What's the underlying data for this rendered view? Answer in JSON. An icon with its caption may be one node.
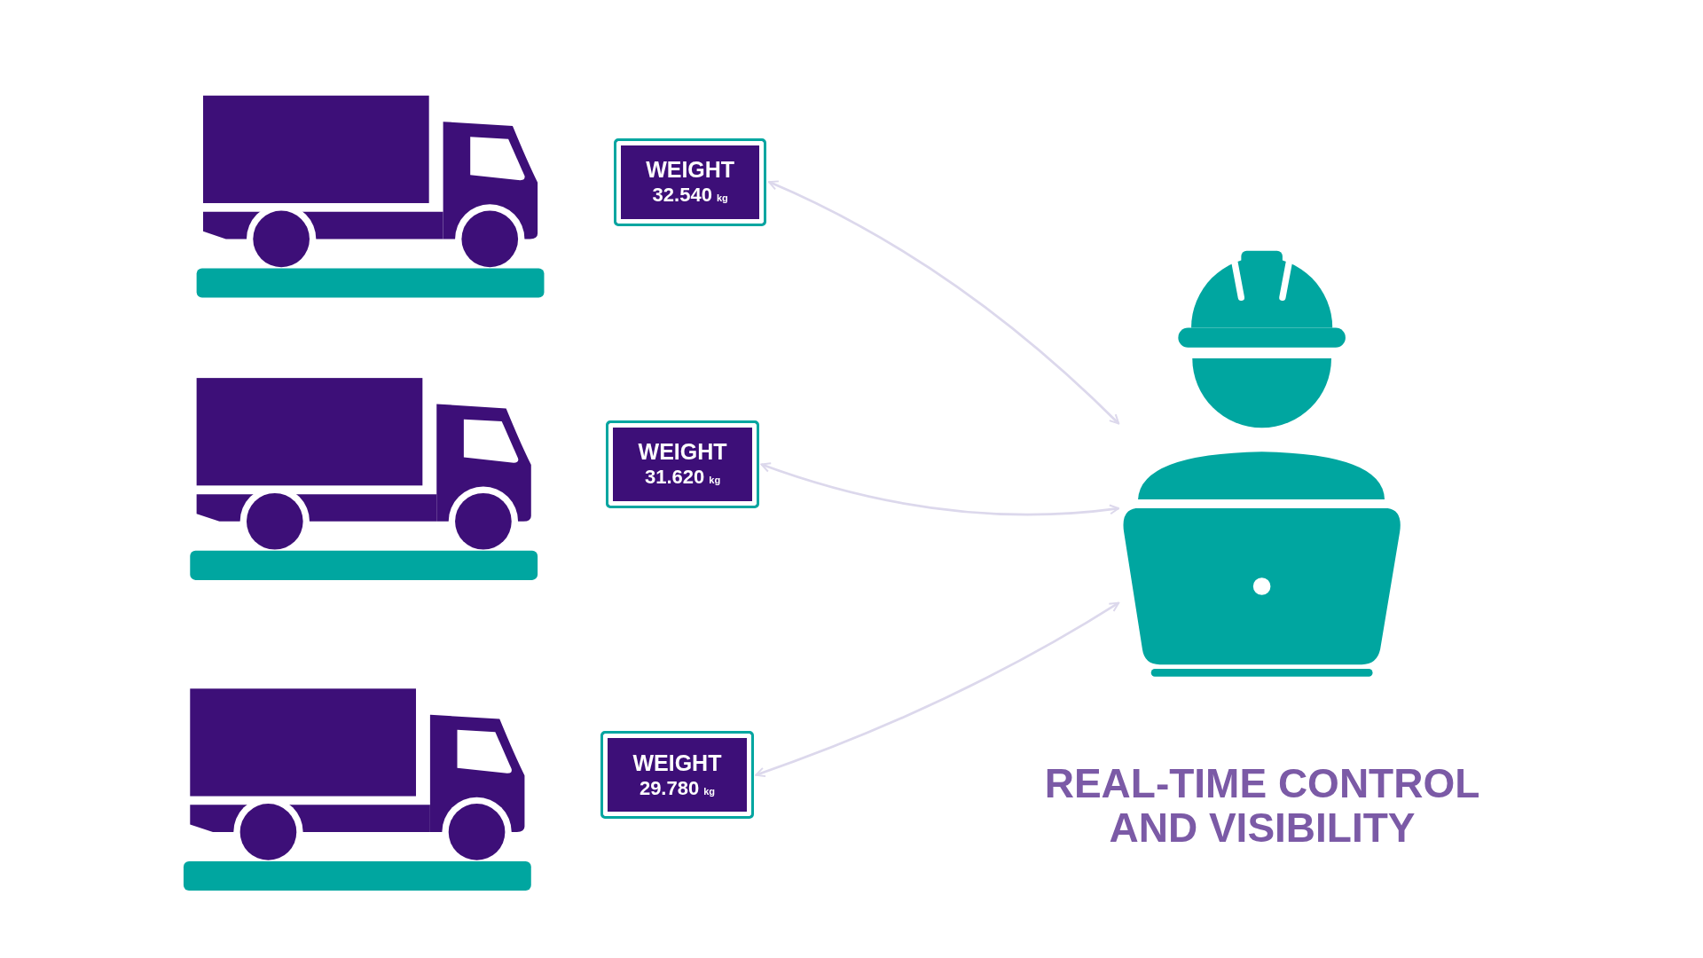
{
  "diagram": {
    "nodes": [
      {
        "text": [
          "WEIGHT",
          "32.540",
          "kg"
        ]
      },
      {
        "text": [
          "WEIGHT",
          "31.620",
          "kg"
        ]
      },
      {
        "text": [
          "WEIGHT",
          "29.780",
          "kg"
        ]
      },
      {
        "text": [],
        "shape": "picture"
      }
    ],
    "edges": [
      {
        "from": 0,
        "to": 3,
        "arrow": "both"
      },
      {
        "from": 1,
        "to": 3,
        "arrow": "both"
      },
      {
        "from": 2,
        "to": 3,
        "arrow": "both"
      }
    ],
    "labels": [
      "REAL-TIME CONTROL AND VISIBILITY"
    ]
  }
}
